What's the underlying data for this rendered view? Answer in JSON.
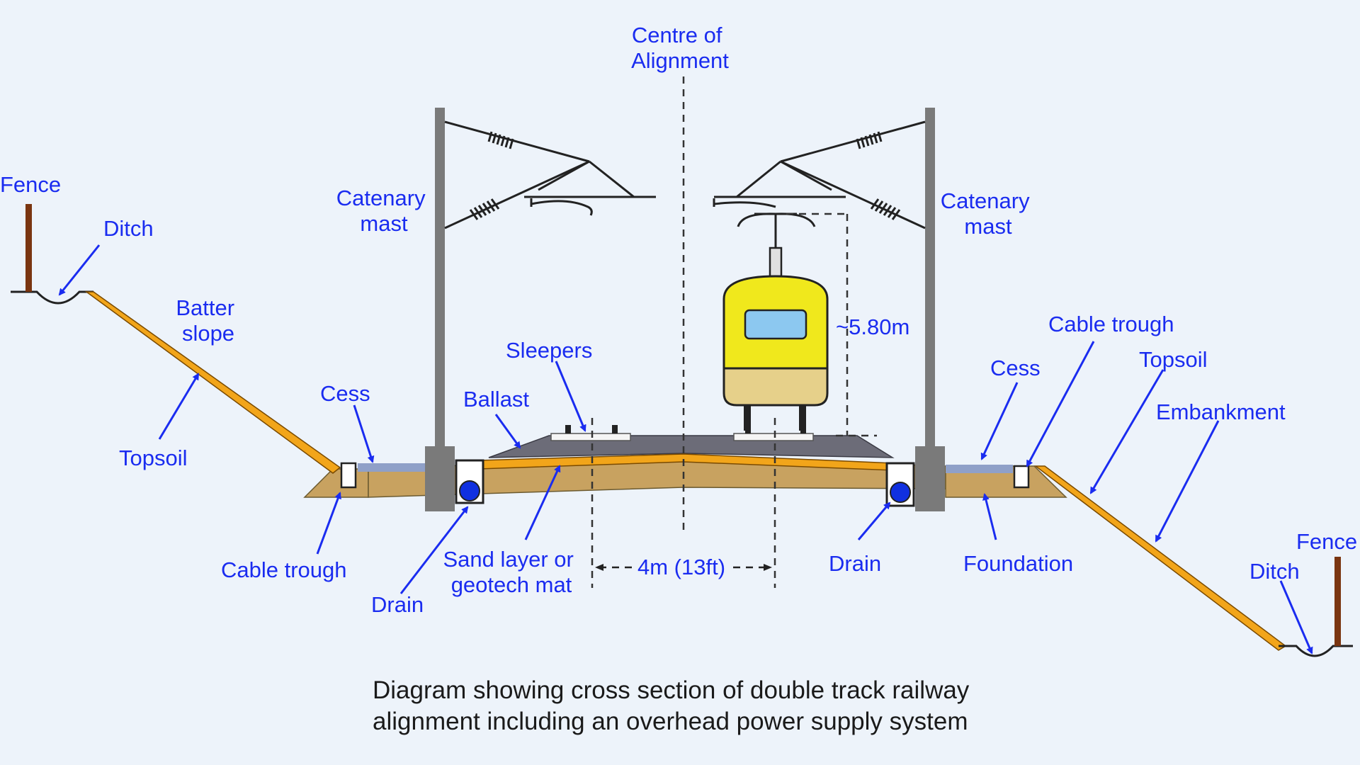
{
  "labels": {
    "centre_of_alignment": [
      "Centre of",
      "Alignment"
    ],
    "fence_left": "Fence",
    "ditch_left": "Ditch",
    "batter_slope": [
      "Batter",
      "slope"
    ],
    "topsoil_left": "Topsoil",
    "cess_left": "Cess",
    "cable_trough_left": "Cable trough",
    "drain_left": "Drain",
    "catenary_mast_left": [
      "Catenary",
      "mast"
    ],
    "ballast": "Ballast",
    "sleepers": "Sleepers",
    "sand_layer": [
      "Sand layer or",
      "geotech mat"
    ],
    "track_spacing": "4m (13ft)",
    "height": "~5.80m",
    "catenary_mast_right": [
      "Catenary",
      "mast"
    ],
    "drain_right": "Drain",
    "cess_right": "Cess",
    "cable_trough_right": "Cable trough",
    "topsoil_right": "Topsoil",
    "embankment": "Embankment",
    "foundation": "Foundation",
    "fence_right": "Fence",
    "ditch_right": "Ditch"
  },
  "caption": [
    "Diagram showing cross section of double track railway",
    "alignment including an overhead power supply system"
  ],
  "colors": {
    "background": "#edf3fa",
    "label": "#1a2cf0",
    "topsoil": "#f2a51a",
    "earth": "#c8a260",
    "ballast": "#6c6c78",
    "mast": "#7a7a7a",
    "train_yellow": "#f0e81c",
    "train_lower": "#e6d08a",
    "window": "#8cc8f0",
    "drain_pipe": "#1030e0",
    "fence_post": "#7a3510"
  }
}
